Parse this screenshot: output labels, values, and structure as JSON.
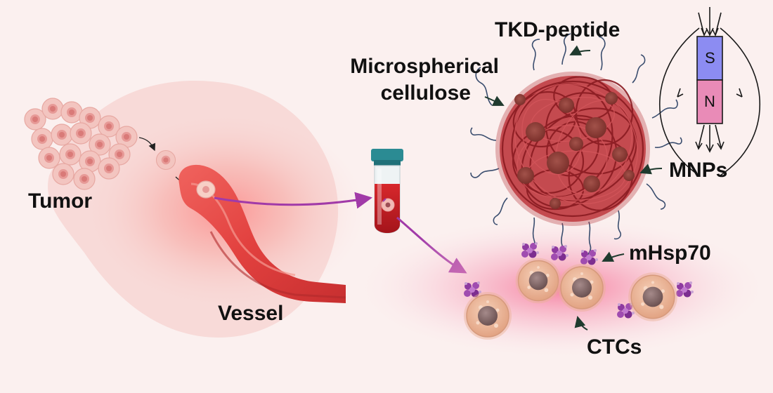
{
  "labels": {
    "tkd_peptide": "TKD-peptide",
    "microspherical_line1": "Microspherical",
    "microspherical_line2": "cellulose",
    "tumor": "Tumor",
    "vessel": "Vessel",
    "mnps": "MNPs",
    "mhsp70": "mHsp70",
    "ctcs": "CTCs"
  },
  "magnet": {
    "south": "S",
    "north": "N",
    "south_color": "#8c8cf2",
    "north_color": "#e98bb7"
  },
  "colors": {
    "background": "#fbf0ef",
    "vessel": "#e2413f",
    "cellulose": "#9b1f24",
    "arrow": "#a13aa8",
    "receptor": "#8e3aa0",
    "cell": "#e8b294",
    "nucleus": "#8a6e6e",
    "label": "#111111",
    "pointer": "#1f3a2e"
  }
}
